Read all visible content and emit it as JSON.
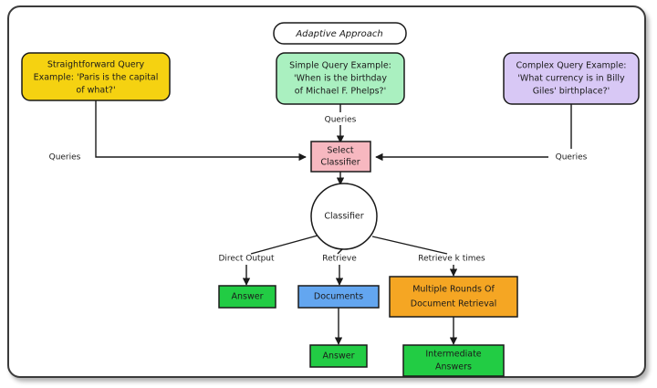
{
  "diagram": {
    "title": "Adaptive Approach",
    "canvas_bg": "#ffffff",
    "frame_border": "#3b3b3b",
    "nodes": {
      "straightforward_query": {
        "lines": [
          "Straightforward Query",
          "Example: 'Paris is the capital",
          "of what?'"
        ],
        "fill": "#F5D211",
        "stroke": "#1a1a1a",
        "shape": "rounded-rect"
      },
      "simple_query": {
        "lines": [
          "Simple Query Example:",
          "'When is the birthday",
          "of Michael F. Phelps?'"
        ],
        "fill": "#AAF0C0",
        "stroke": "#1a1a1a",
        "shape": "rounded-rect"
      },
      "complex_query": {
        "lines": [
          "Complex Query Example:",
          "'What currency is in Billy",
          "Giles' birthplace?'"
        ],
        "fill": "#D8C8F5",
        "stroke": "#1a1a1a",
        "shape": "rounded-rect"
      },
      "select_classifier": {
        "lines": [
          "Select",
          "Classifier"
        ],
        "fill": "#F7B8C0",
        "stroke": "#1a1a1a",
        "shape": "rect"
      },
      "classifier": {
        "lines": [
          "Classifier"
        ],
        "fill": "#ffffff",
        "stroke": "#1a1a1a",
        "shape": "circle"
      },
      "answer_direct": {
        "lines": [
          "Answer"
        ],
        "fill": "#22CC44",
        "stroke": "#1a1a1a",
        "shape": "rect"
      },
      "documents": {
        "lines": [
          "Documents"
        ],
        "fill": "#63A6F0",
        "stroke": "#1a1a1a",
        "shape": "rect"
      },
      "multiple_rounds": {
        "lines": [
          "Multiple Rounds Of",
          "Document Retrieval"
        ],
        "fill": "#F5A623",
        "stroke": "#1a1a1a",
        "shape": "rect"
      },
      "answer_retrieve": {
        "lines": [
          "Answer"
        ],
        "fill": "#22CC44",
        "stroke": "#1a1a1a",
        "shape": "rect"
      },
      "intermediate_answers": {
        "lines": [
          "Intermediate",
          "Answers"
        ],
        "fill": "#22CC44",
        "stroke": "#1a1a1a",
        "shape": "rect"
      }
    },
    "edge_labels": {
      "queries_left": "Queries",
      "queries_center": "Queries",
      "queries_right": "Queries",
      "direct_output": "Direct Output",
      "retrieve": "Retrieve",
      "retrieve_k_times": "Retrieve k times"
    }
  }
}
